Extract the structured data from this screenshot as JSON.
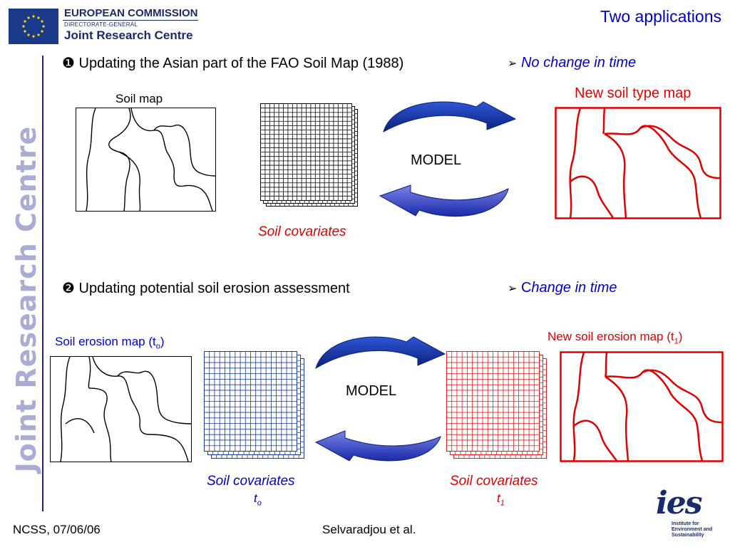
{
  "header": {
    "logo_title": "EUROPEAN COMMISSION",
    "logo_subtitle": "DIRECTORATE-GENERAL",
    "logo_org": "Joint Research Centre",
    "slide_title": "Two applications",
    "sidebar_text": "Joint Research Centre"
  },
  "section1": {
    "bullet": "❶",
    "heading": "Updating the Asian part of the FAO Soil Map (1988)",
    "note": "No change in time",
    "soil_map_label": "Soil map",
    "model_label": "MODEL",
    "covariates_label": "Soil covariates",
    "new_map_label": "New soil type map"
  },
  "section2": {
    "bullet": "❷",
    "heading": "Updating potential soil erosion assessment",
    "note_first": "C",
    "note_rest": "hange in time",
    "erosion_map_label": "Soil erosion map (t",
    "erosion_map_sub": "o",
    "erosion_map_close": ")",
    "model_label": "MODEL",
    "new_map_label": "New soil erosion map (t",
    "new_map_sub": "1",
    "new_map_close": ")",
    "cov_t0_label": "Soil covariates",
    "cov_t0_time": "t",
    "cov_t0_sub": "o",
    "cov_t1_label": "Soil covariates",
    "cov_t1_time": "t",
    "cov_t1_sub": "1"
  },
  "footer": {
    "left": "NCSS, 07/06/06",
    "center": "Selvaradjou et al.",
    "ies_logo_text": "ies",
    "ies_caption_1": "Institute for",
    "ies_caption_2": "Environment and",
    "ies_caption_3": "Sustainability"
  },
  "colors": {
    "accent_blue": "#0000cc",
    "accent_red": "#e00000",
    "arrow_blue": "#1e3ea8",
    "grid_blue": "#1a3aa0",
    "grid_red": "#e02020"
  }
}
